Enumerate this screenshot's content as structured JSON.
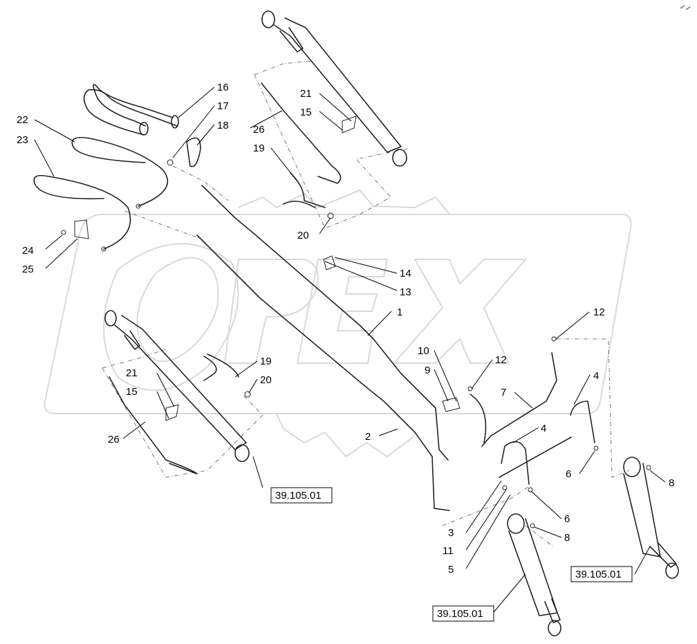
{
  "watermark": {
    "text": "OPEX"
  },
  "callouts": {
    "c16": "16",
    "c17": "17",
    "c18": "18",
    "c22": "22",
    "c23": "23",
    "c21a": "21",
    "c15a": "15",
    "c26a": "26",
    "c19a": "19",
    "c20a": "20",
    "c24": "24",
    "c25": "25",
    "c14": "14",
    "c13": "13",
    "c1": "1",
    "c12a": "12",
    "c10": "10",
    "c9": "9",
    "c12b": "12",
    "c4a": "4",
    "c7": "7",
    "c19b": "19",
    "c21b": "21",
    "c20b": "20",
    "c15b": "15",
    "c2": "2",
    "c4b": "4",
    "c6a": "6",
    "c8a": "8",
    "c26b": "26",
    "c3": "3",
    "c6b": "6",
    "c11": "11",
    "c8b": "8",
    "c5": "5"
  },
  "references": {
    "ref1": "39.105.01",
    "ref2": "39.105.01",
    "ref3": "39.105.01"
  }
}
